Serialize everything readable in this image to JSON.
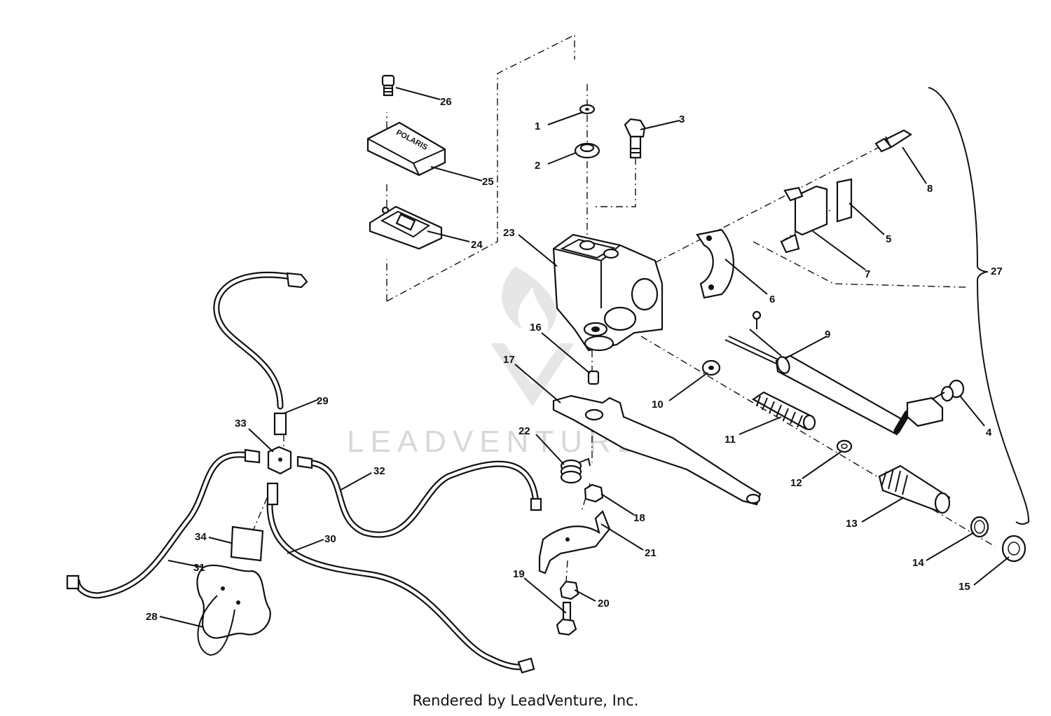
{
  "watermark": "LEADVENTURE",
  "footer": "Rendered by LeadVenture, Inc.",
  "callouts": [
    "1",
    "2",
    "3",
    "4",
    "5",
    "6",
    "7",
    "8",
    "9",
    "10",
    "11",
    "12",
    "13",
    "14",
    "15",
    "16",
    "17",
    "18",
    "19",
    "20",
    "21",
    "22",
    "23",
    "24",
    "25",
    "26",
    "27",
    "28",
    "29",
    "30",
    "31",
    "32",
    "33",
    "34"
  ],
  "cover_text": "POLARIS"
}
